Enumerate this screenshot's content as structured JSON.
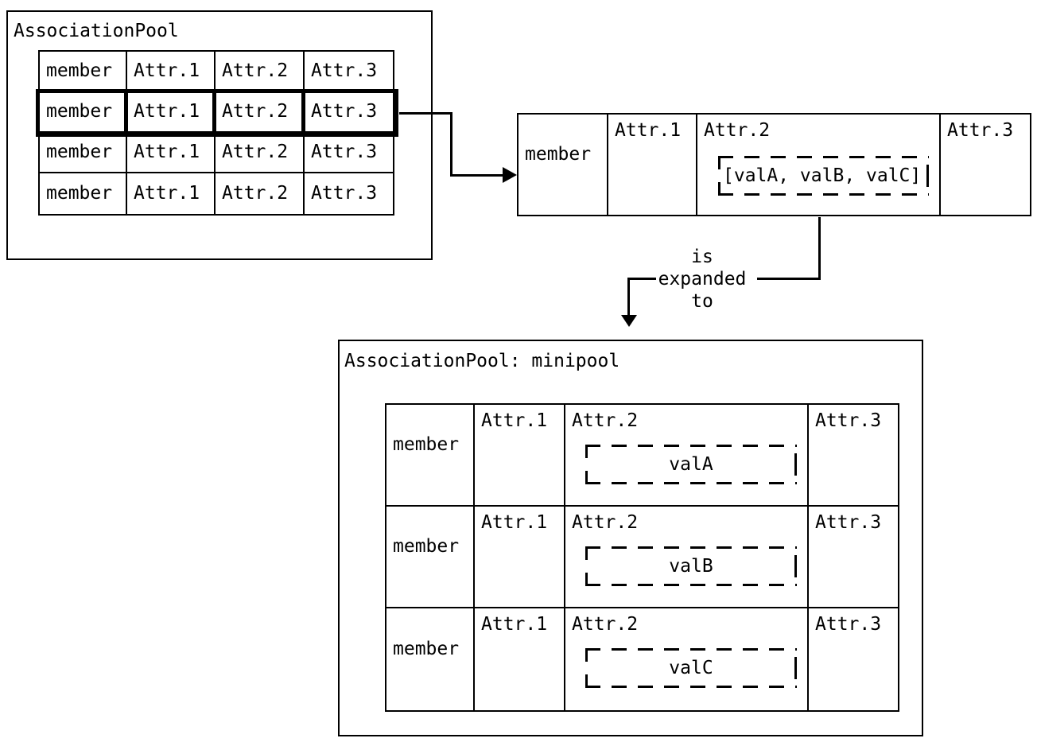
{
  "colors": {
    "line": "#000000",
    "background": "#ffffff",
    "text": "#000000"
  },
  "pool": {
    "title": "AssociationPool",
    "highlighted_row_index": 1,
    "rows": [
      {
        "cells": [
          "member",
          "Attr.1",
          "Attr.2",
          "Attr.3"
        ]
      },
      {
        "cells": [
          "member",
          "Attr.1",
          "Attr.2",
          "Attr.3"
        ]
      },
      {
        "cells": [
          "member",
          "Attr.1",
          "Attr.2",
          "Attr.3"
        ]
      },
      {
        "cells": [
          "member",
          "Attr.1",
          "Attr.2",
          "Attr.3"
        ]
      }
    ]
  },
  "expanded": {
    "member": "member",
    "attr1": "Attr.1",
    "attr2": "Attr.2",
    "attr3": "Attr.3",
    "value": "[valA, valB, valC]"
  },
  "arrow": {
    "lines": [
      "is",
      "expanded",
      "to"
    ]
  },
  "minipool": {
    "title": "AssociationPool: minipool",
    "rows": [
      {
        "member": "member",
        "attr1": "Attr.1",
        "attr2": "Attr.2",
        "attr3": "Attr.3",
        "value": "valA"
      },
      {
        "member": "member",
        "attr1": "Attr.1",
        "attr2": "Attr.2",
        "attr3": "Attr.3",
        "value": "valB"
      },
      {
        "member": "member",
        "attr1": "Attr.1",
        "attr2": "Attr.2",
        "attr3": "Attr.3",
        "value": "valC"
      }
    ]
  }
}
